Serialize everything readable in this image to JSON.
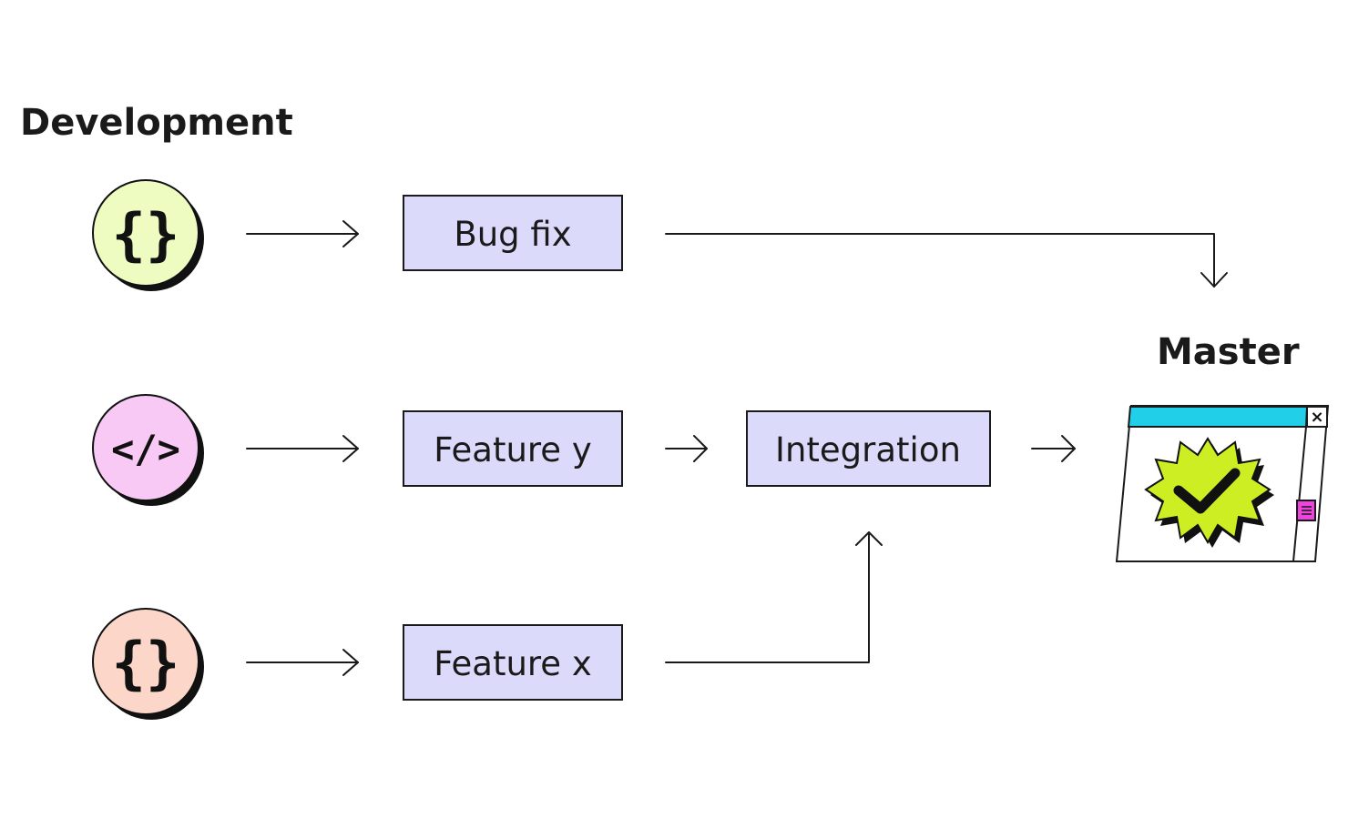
{
  "titles": {
    "development": "Development",
    "master": "Master"
  },
  "nodes": {
    "bug_fix": "Bug fix",
    "feature_y": "Feature y",
    "integration": "Integration",
    "feature_x": "Feature x"
  },
  "icons": [
    {
      "name": "curly-braces-icon",
      "glyph": "{}",
      "fill": "#eefcc2"
    },
    {
      "name": "code-tag-icon",
      "glyph": "</>",
      "fill": "#f8c9f5"
    },
    {
      "name": "curly-braces-icon",
      "glyph": "{}",
      "fill": "#fcd6c9"
    }
  ],
  "master_window": {
    "close_glyph": "×",
    "titlebar_color": "#22cfe8",
    "badge_color": "#ccee22",
    "scroll_thumb_color": "#ee44dd"
  },
  "colors": {
    "box_fill": "#dcdafb",
    "stroke": "#1a1a1a"
  }
}
